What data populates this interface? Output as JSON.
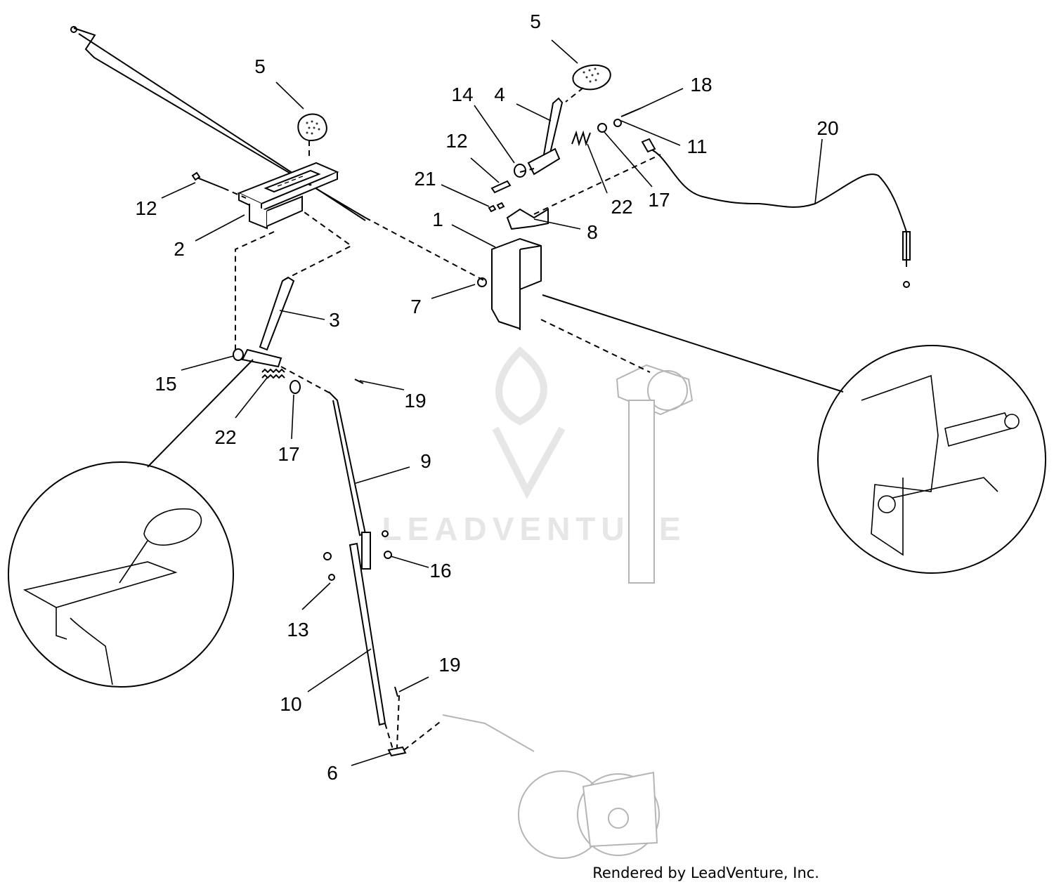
{
  "watermark": {
    "text": "LEADVENTURE"
  },
  "credit": "Rendered by LeadVenture, Inc.",
  "callouts": [
    {
      "num": "5"
    },
    {
      "num": "5"
    },
    {
      "num": "14"
    },
    {
      "num": "4"
    },
    {
      "num": "18"
    },
    {
      "num": "20"
    },
    {
      "num": "12"
    },
    {
      "num": "11"
    },
    {
      "num": "21"
    },
    {
      "num": "12"
    },
    {
      "num": "22"
    },
    {
      "num": "17"
    },
    {
      "num": "1"
    },
    {
      "num": "8"
    },
    {
      "num": "2"
    },
    {
      "num": "7"
    },
    {
      "num": "3"
    },
    {
      "num": "15"
    },
    {
      "num": "19"
    },
    {
      "num": "22"
    },
    {
      "num": "17"
    },
    {
      "num": "9"
    },
    {
      "num": "16"
    },
    {
      "num": "13"
    },
    {
      "num": "19"
    },
    {
      "num": "10"
    },
    {
      "num": "6"
    }
  ],
  "colors": {
    "line": "#000000",
    "faded_part": "#b5b5b5",
    "watermark": "#e6e6e6"
  }
}
